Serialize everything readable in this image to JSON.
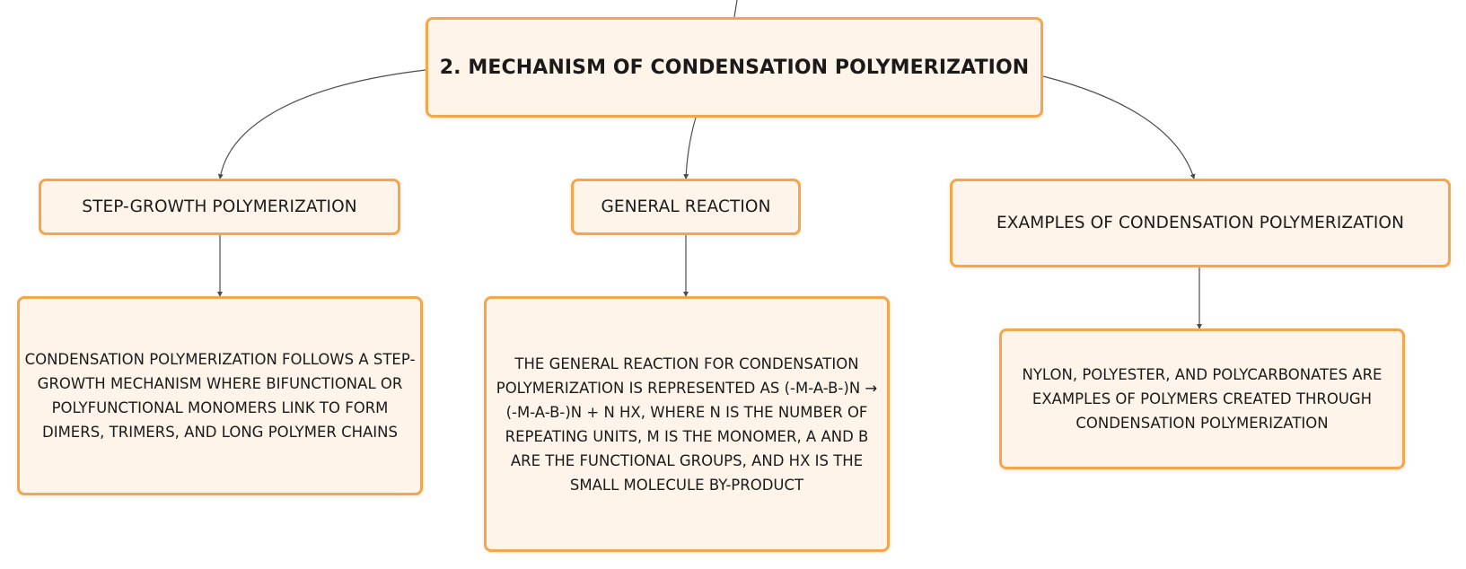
{
  "colors": {
    "node_fill": "#fef4e9",
    "node_border": "#f2a64e",
    "connector": "#4d4d4d",
    "text": "#1a1a1a"
  },
  "root": {
    "label": "2. MECHANISM OF CONDENSATION POLYMERIZATION"
  },
  "branches": [
    {
      "label": "STEP-GROWTH POLYMERIZATION",
      "detail": "CONDENSATION POLYMERIZATION FOLLOWS A STEP-GROWTH MECHANISM WHERE BIFUNCTIONAL OR POLYFUNCTIONAL MONOMERS LINK TO FORM DIMERS, TRIMERS, AND LONG POLYMER CHAINS"
    },
    {
      "label": "GENERAL REACTION",
      "detail": "THE GENERAL REACTION FOR CONDENSATION POLYMERIZATION IS REPRESENTED AS (-M-A-B-)N → (-M-A-B-)N + N HX, WHERE N IS THE NUMBER OF REPEATING UNITS, M IS THE MONOMER, A AND B ARE THE FUNCTIONAL GROUPS, AND HX IS THE SMALL MOLECULE BY-PRODUCT"
    },
    {
      "label": "EXAMPLES OF CONDENSATION POLYMERIZATION",
      "detail": "NYLON, POLYESTER, AND POLYCARBONATES ARE EXAMPLES OF POLYMERS CREATED THROUGH CONDENSATION POLYMERIZATION"
    }
  ]
}
